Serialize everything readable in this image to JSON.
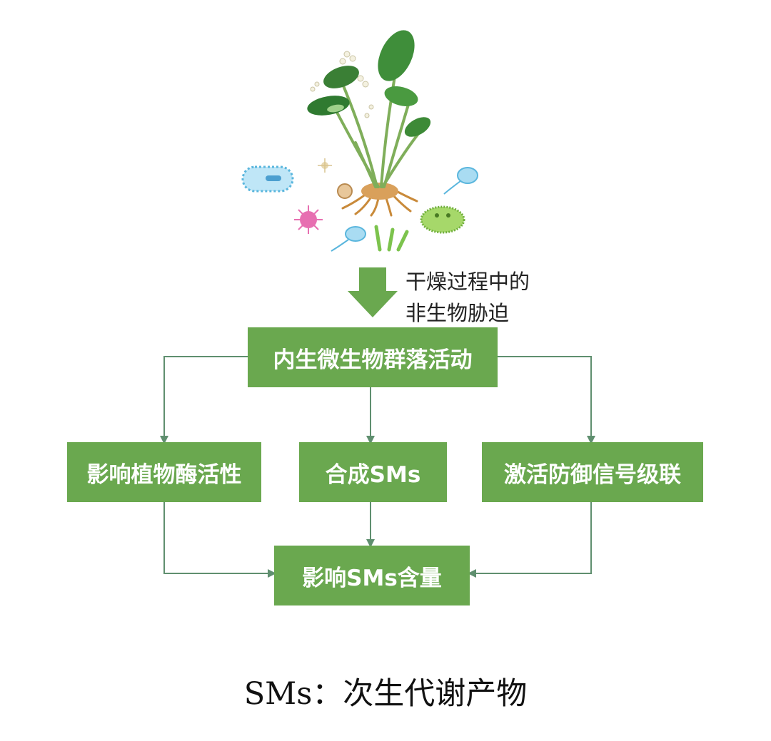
{
  "stress_label_line1": "干燥过程中的",
  "stress_label_line2": "非生物胁迫",
  "box_top": "内生微生物群落活动",
  "box_left": "影响植物酶活性",
  "box_mid": "合成SMs",
  "box_right": "激活防御信号级联",
  "box_bottom": "影响SMs含量",
  "caption": "SMs：次生代谢产物",
  "colors": {
    "box_green": "#6aa84f",
    "arrow_green": "#6aa84f",
    "connector": "#5f8f6f"
  },
  "icons": [
    "plant-icon",
    "bacillus-icon",
    "ciliate-icon",
    "virus-icon",
    "spore-icon",
    "down-arrow-icon"
  ]
}
